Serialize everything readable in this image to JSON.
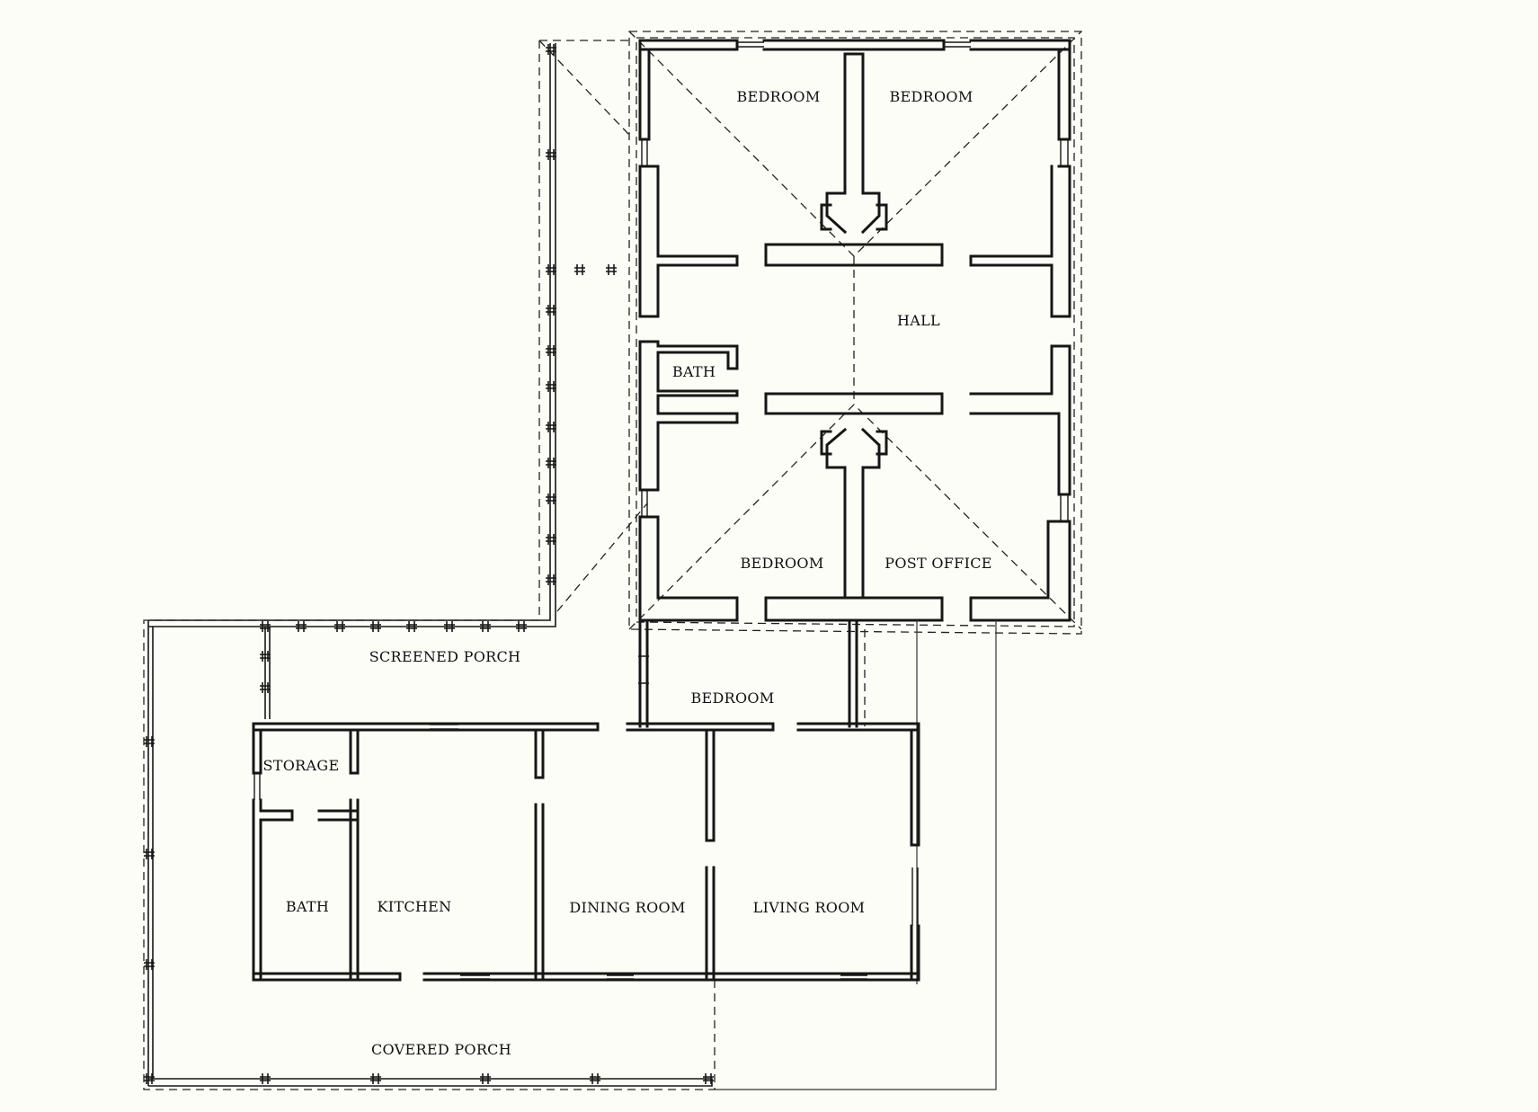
{
  "plan": {
    "rooms": {
      "bedroom_nw": "BEDROOM",
      "bedroom_ne": "BEDROOM",
      "hall": "HALL",
      "bath_upper": "BATH",
      "bedroom_sw": "BEDROOM",
      "post_office": "POST OFFICE",
      "screened_porch": "SCREENED PORCH",
      "bedroom_middle": "BEDROOM",
      "storage": "STORAGE",
      "bath_lower": "BATH",
      "kitchen": "KITCHEN",
      "dining_room": "DINING ROOM",
      "living_room": "LIVING ROOM",
      "covered_porch": "COVERED PORCH"
    }
  }
}
